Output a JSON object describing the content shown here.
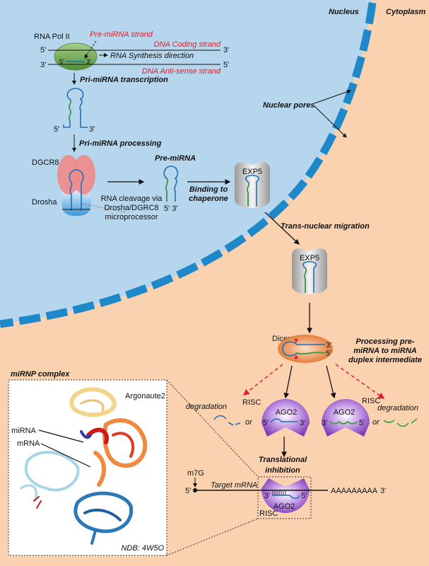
{
  "regions": {
    "nucleus": "Nucleus",
    "cytoplasm": "Cytoplasm",
    "nuclear_pores": "Nuclear pores"
  },
  "transcription": {
    "rna_pol": "RNA Pol II",
    "pre_mirna_strand": "Pre-miRNA strand",
    "coding_strand": "DNA Coding strand",
    "antisense_strand": "DNA Anti-sense strand",
    "synthesis_direction": "RNA Synthesis direction",
    "five": "5'",
    "three": "3'",
    "step": "Pri-miRNA transcription"
  },
  "processing": {
    "step": "Pri-miRNA processing",
    "dgcr8": "DGCR8",
    "drosha": "Drosha",
    "cleavage": [
      "RNA cleavage via",
      "Drosha/DGRC8",
      "microprocessor"
    ],
    "pre_mirna": "Pre-miRNA",
    "pre_ends": "5' 3'",
    "binding": [
      "Binding to",
      "chaperone"
    ],
    "exp5": "EXP5"
  },
  "export": {
    "step": "Trans-nuclear migration",
    "exp5": "EXP5"
  },
  "dicer": {
    "label": "Dicer",
    "step": [
      "Processing pre-",
      "miRNA to miRNA",
      "duplex intermediate"
    ]
  },
  "risc": {
    "degradation": "degradation",
    "or": "or",
    "risc": "RISC",
    "ago2": "AGO2",
    "translational": [
      "Translational",
      "inhibition"
    ],
    "m7g": "m7G",
    "target_mrna": "Target mRNA",
    "polya": "AAAAAAAAA"
  },
  "inset": {
    "title": "miRNP complex",
    "argonaute": "Argonaute2",
    "mirna": "miRNA",
    "mrna": "mRNA",
    "source": "NDB: 4W5O"
  },
  "colors": {
    "nucleus": "#b6d6ee",
    "cytoplasm": "#fbd2b0",
    "membrane": "#1e88c8",
    "red": "#e0202a",
    "ago2": "#8a4fc4",
    "dicer": "#e87a33"
  }
}
